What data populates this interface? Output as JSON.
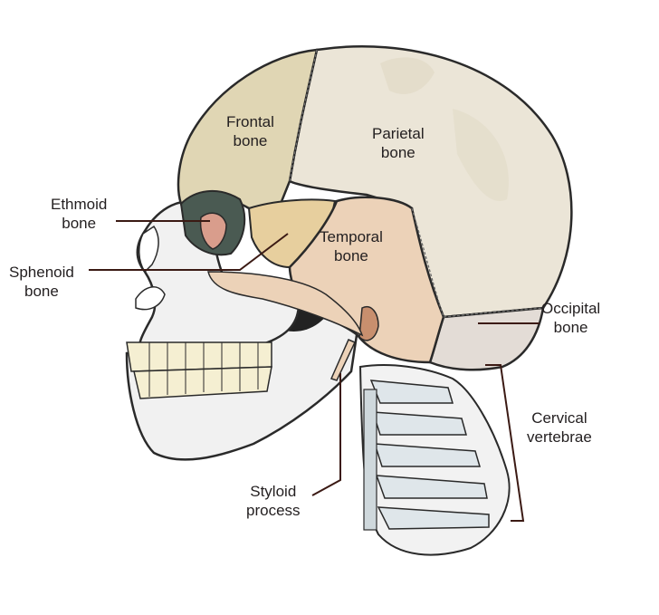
{
  "labels": {
    "frontal": {
      "line1": "Frontal",
      "line2": "bone"
    },
    "parietal": {
      "line1": "Parietal",
      "line2": "bone"
    },
    "ethmoid": {
      "line1": "Ethmoid",
      "line2": "bone"
    },
    "temporal": {
      "line1": "Temporal",
      "line2": "bone"
    },
    "sphenoid": {
      "line1": "Sphenoid",
      "line2": "bone"
    },
    "occipital": {
      "line1": "Occipital",
      "line2": "bone"
    },
    "cervical": {
      "line1": "Cervical",
      "line2": "vertebrae"
    },
    "styloid": {
      "line1": "Styloid",
      "line2": "process"
    }
  },
  "colors": {
    "frontal": "#e0d6b4",
    "parietal": "#ebe5d7",
    "temporal": "#ecd2b8",
    "sphenoid": "#e7cf9e",
    "occipital": "#e3dcd6",
    "face_bone": "#f1f1f1",
    "leader_line": "#3b1a14",
    "outline": "#2a2a2a"
  }
}
